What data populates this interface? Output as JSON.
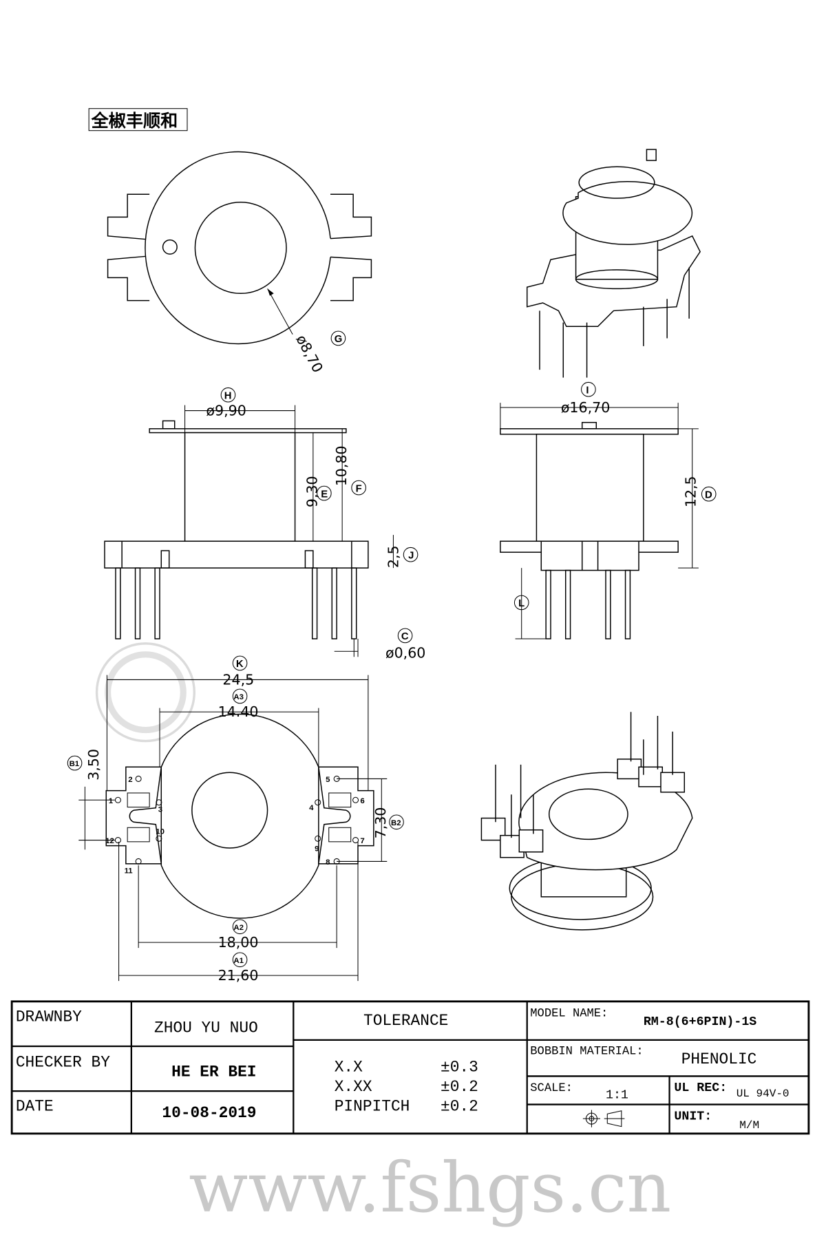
{
  "header": {
    "company": "全椒丰顺和"
  },
  "watermark": "www.fshgs.cn",
  "dimensions": {
    "G": {
      "tag": "G",
      "value": "ø8,70"
    },
    "H": {
      "tag": "H",
      "value": "ø9,90"
    },
    "E": {
      "tag": "E",
      "value": "9,30"
    },
    "F": {
      "tag": "F",
      "value": "10,80"
    },
    "J": {
      "tag": "J",
      "value": "2,5"
    },
    "C": {
      "tag": "C",
      "value": "ø0,60"
    },
    "I": {
      "tag": "I",
      "value": "ø16,70"
    },
    "D": {
      "tag": "D",
      "value": "12,5"
    },
    "L": {
      "tag": "L",
      "value": "L"
    },
    "K": {
      "tag": "K",
      "value": "24,5"
    },
    "A3": {
      "tag": "A3",
      "value": "14.40"
    },
    "B1": {
      "tag": "B1",
      "value": "3,50"
    },
    "B2": {
      "tag": "B2",
      "value": "7,30"
    },
    "A2": {
      "tag": "A2",
      "value": "18,00"
    },
    "A1": {
      "tag": "A1",
      "value": "21,60"
    }
  },
  "pins": {
    "p1": "1",
    "p2": "2",
    "p3": "3",
    "p4": "4",
    "p5": "5",
    "p6": "6",
    "p7": "7",
    "p8": "8",
    "p9": "9",
    "p10": "10",
    "p11": "11",
    "p12": "12"
  },
  "title_block": {
    "drawn_by_label": "DRAWNBY",
    "drawn_by": "ZHOU YU NUO",
    "checker_label": "CHECKER BY",
    "checker": "HE ER BEI",
    "date_label": "DATE",
    "date": "10-08-2019",
    "tolerance_label": "TOLERANCE",
    "tolerances": [
      {
        "k": "X.X",
        "v": "±0.3"
      },
      {
        "k": "X.XX",
        "v": "±0.2"
      },
      {
        "k": "PINPITCH",
        "v": "±0.2"
      }
    ],
    "model_label": "MODEL NAME:",
    "model": "RM-8(6+6PIN)-1S",
    "material_label": "BOBBIN MATERIAL:",
    "material": "PHENOLIC",
    "scale_label": "SCALE:",
    "scale": "1:1",
    "ul_label": "UL REC:",
    "ul": "UL 94V-0",
    "unit_label": "UNIT:",
    "unit": "M/M"
  }
}
